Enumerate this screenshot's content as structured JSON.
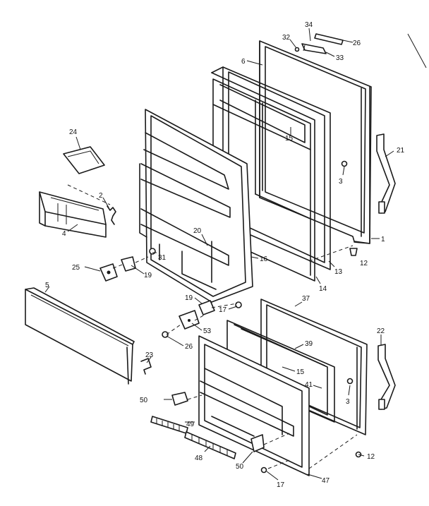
{
  "callouts": [
    {
      "id": "c34",
      "text": "34"
    },
    {
      "id": "c32",
      "text": "32"
    },
    {
      "id": "c26a",
      "text": "26"
    },
    {
      "id": "c33",
      "text": "33"
    },
    {
      "id": "c6",
      "text": "6"
    },
    {
      "id": "c15a",
      "text": "15"
    },
    {
      "id": "c21",
      "text": "21"
    },
    {
      "id": "c3a",
      "text": "3"
    },
    {
      "id": "c1",
      "text": "1"
    },
    {
      "id": "c12a",
      "text": "12"
    },
    {
      "id": "c13",
      "text": "13"
    },
    {
      "id": "c14",
      "text": "14"
    },
    {
      "id": "c16",
      "text": "16"
    },
    {
      "id": "c24",
      "text": "24"
    },
    {
      "id": "c2",
      "text": "2"
    },
    {
      "id": "c4",
      "text": "4"
    },
    {
      "id": "c20",
      "text": "20"
    },
    {
      "id": "c31",
      "text": "31"
    },
    {
      "id": "c25",
      "text": "25"
    },
    {
      "id": "c19a",
      "text": "19"
    },
    {
      "id": "c5",
      "text": "5"
    },
    {
      "id": "c19b",
      "text": "19"
    },
    {
      "id": "c17a",
      "text": "17"
    },
    {
      "id": "c37",
      "text": "37"
    },
    {
      "id": "c53",
      "text": "53"
    },
    {
      "id": "c26b",
      "text": "26"
    },
    {
      "id": "c22",
      "text": "22"
    },
    {
      "id": "c39",
      "text": "39"
    },
    {
      "id": "c23",
      "text": "23"
    },
    {
      "id": "c15b",
      "text": "15"
    },
    {
      "id": "c41",
      "text": "41"
    },
    {
      "id": "c3b",
      "text": "3"
    },
    {
      "id": "c50a",
      "text": "50"
    },
    {
      "id": "c49",
      "text": "49"
    },
    {
      "id": "c48",
      "text": "48"
    },
    {
      "id": "c50b",
      "text": "50"
    },
    {
      "id": "c12b",
      "text": "12"
    },
    {
      "id": "c17b",
      "text": "17"
    },
    {
      "id": "c47",
      "text": "47"
    }
  ]
}
